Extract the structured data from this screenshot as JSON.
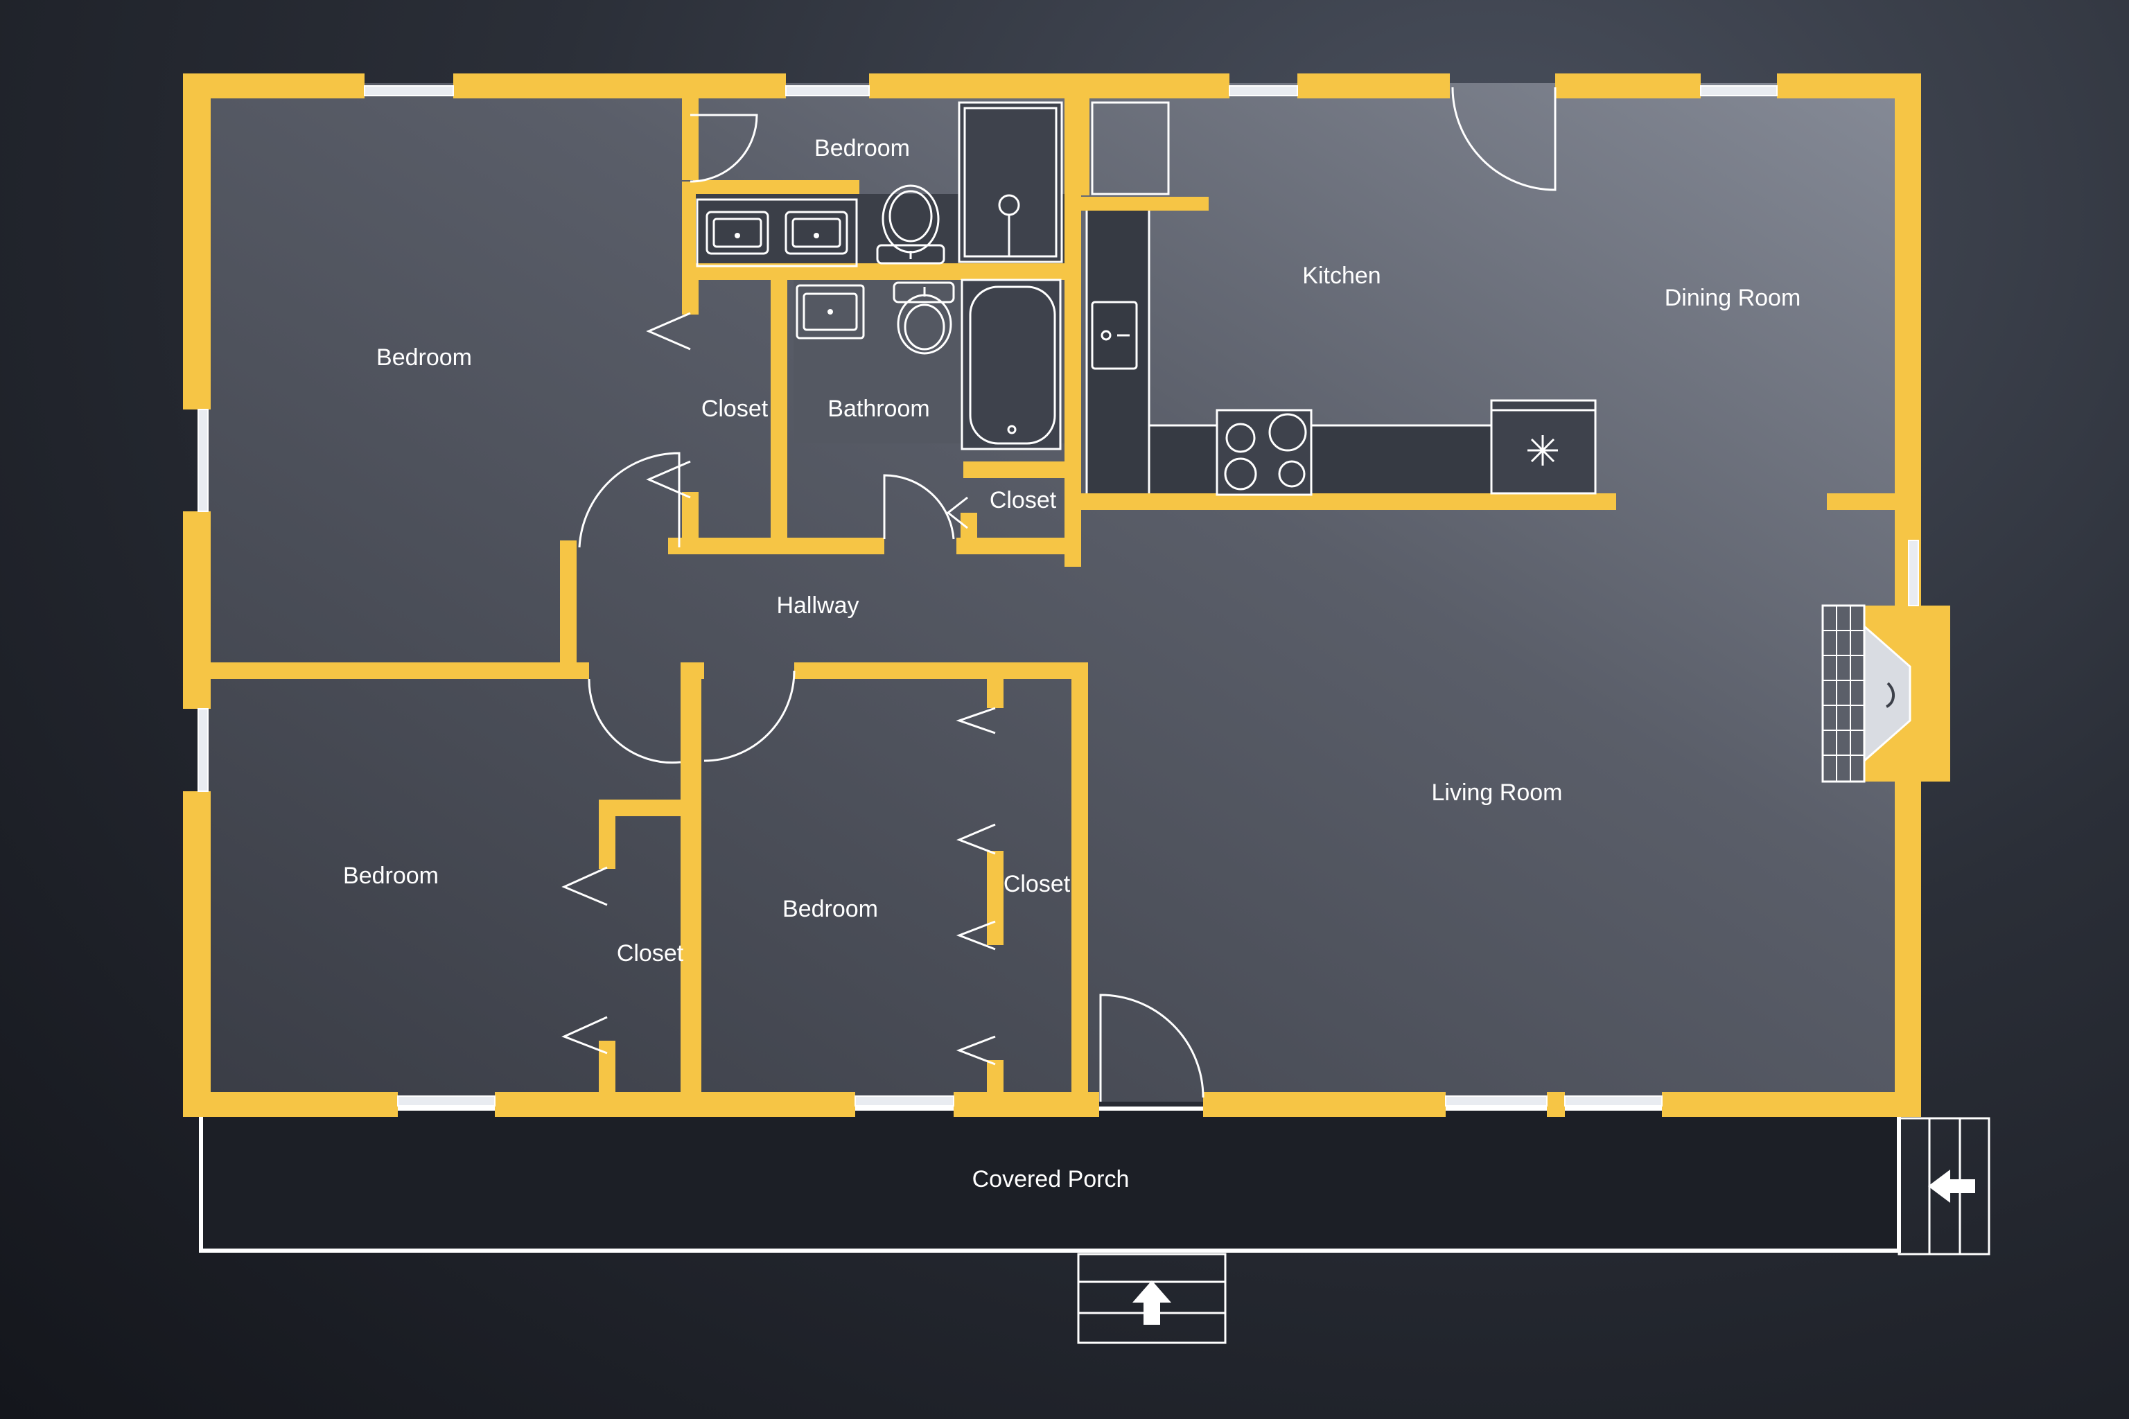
{
  "rooms": {
    "bedroom_top": "Bedroom",
    "bedroom_left": "Bedroom",
    "kitchen": "Kitchen",
    "dining_room": "Dining Room",
    "closet_upper": "Closet",
    "bathroom": "Bathroom",
    "closet_bath": "Closet",
    "hallway": "Hallway",
    "living_room": "Living Room",
    "bedroom_lower_left": "Bedroom",
    "bedroom_lower_mid": "Bedroom",
    "closet_mid": "Closet",
    "closet_lower": "Closet",
    "covered_porch": "Covered Porch"
  },
  "colors": {
    "wall": "#f6c545",
    "floor_dark": "#3c4049",
    "floor_light": "#6b6f7a",
    "porch": "#1c1f26",
    "line": "#ffffff"
  },
  "icons": [
    "toilet-icon",
    "sink-icon",
    "bathtub-icon",
    "shower-icon",
    "stove-icon",
    "refrigerator-icon",
    "fireplace-icon",
    "entry-arrow-icon"
  ]
}
